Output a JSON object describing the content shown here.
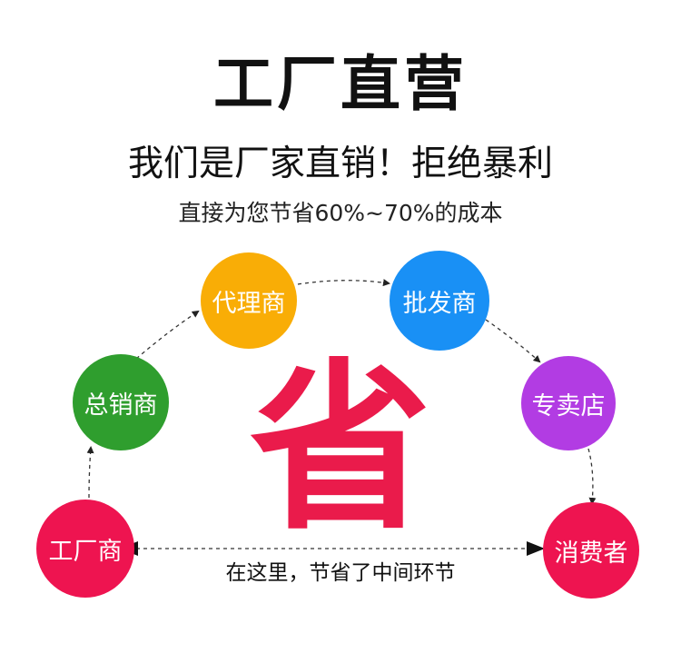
{
  "title": "工厂直营",
  "subtitle": "我们是厂家直销！拒绝暴利",
  "tagline": "直接为您节省60%~70%的成本",
  "big_char": "省",
  "bottom_note": "在这里，节省了中间环节",
  "nodes": {
    "factory": {
      "label": "工厂商",
      "color": "#ee1450"
    },
    "general_distributor": {
      "label": "总销商",
      "color": "#2f9e2e"
    },
    "agent": {
      "label": "代理商",
      "color": "#f9ad06"
    },
    "wholesaler": {
      "label": "批发商",
      "color": "#1990f5"
    },
    "retail_store": {
      "label": "专卖店",
      "color": "#b23ce3"
    },
    "consumer": {
      "label": "消费者",
      "color": "#ee1450"
    }
  },
  "colors": {
    "accent": "#ea1b4b",
    "text": "#111111"
  }
}
